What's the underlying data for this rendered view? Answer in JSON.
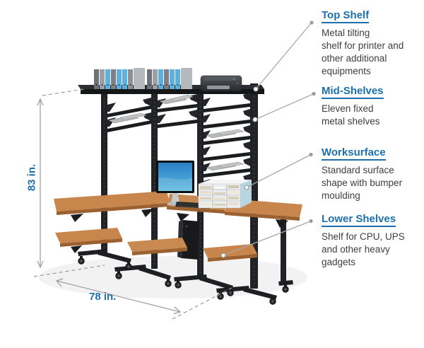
{
  "diagram": {
    "callouts": [
      {
        "id": "top-shelf",
        "title": "Top Shelf",
        "description": "Metal tilting\nshelf for printer and\nother additional\nequipments"
      },
      {
        "id": "mid-shelves",
        "title": "Mid-Shelves",
        "description": "Eleven fixed\nmetal shelves"
      },
      {
        "id": "worksurface",
        "title": "Worksurface",
        "description": "Standard surface\nshape with bumper\nmoulding"
      },
      {
        "id": "lower-shelves",
        "title": "Lower Shelves",
        "description": "Shelf for CPU, UPS\nand other heavy\ngadgets"
      }
    ],
    "dimensions": {
      "height": "83 in.",
      "width": "78 in."
    },
    "colors": {
      "accent_blue": "#1d70ad",
      "body_text": "#3e3e3e",
      "line_gray": "#9b9b9b",
      "frame_black": "#202225",
      "wood_top": "#c8854c",
      "wood_edge": "#9c6130",
      "binder_blue": "#5fb0dd",
      "screen_blue": "#2a7fc4",
      "sorter_side_blue": "#b8d6e0"
    }
  }
}
